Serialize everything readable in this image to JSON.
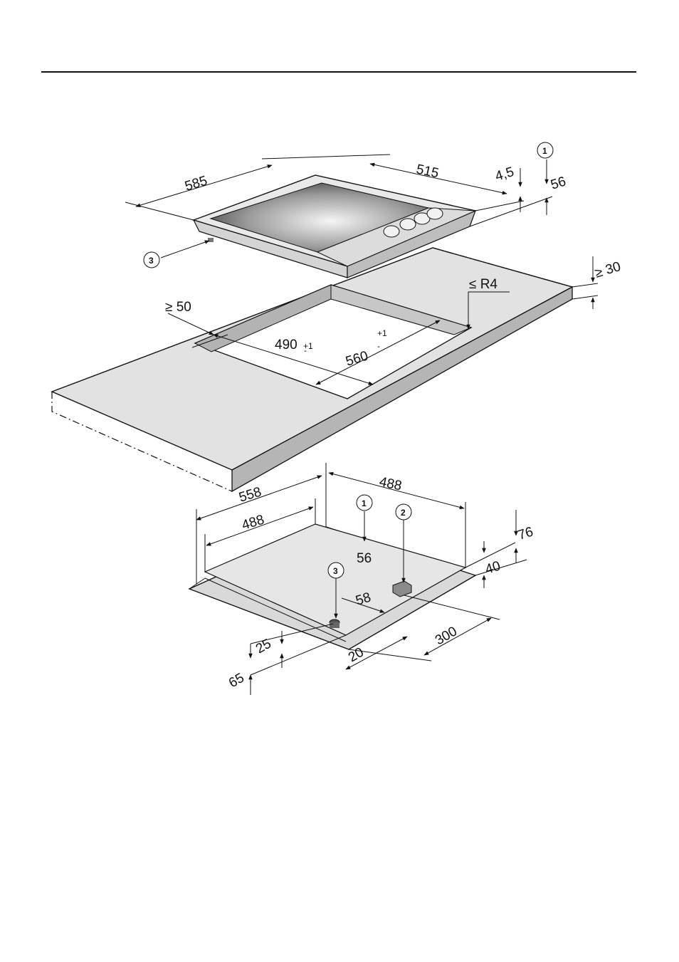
{
  "callouts": {
    "one": "1",
    "two": "2",
    "three": "3"
  },
  "hob_dims": {
    "depth": "585",
    "width": "515",
    "lip": "4,5",
    "height": "56"
  },
  "worktop_dims": {
    "thickness": "≥ 30",
    "radius": "≤ R4",
    "front_gap": "≥ 50",
    "cut_depth": "490",
    "cut_depth_tol": "+1",
    "cut_depth_tol2": "-",
    "cut_width": "560",
    "cut_width_tol": "+1",
    "cut_width_tol2": "-"
  },
  "base_dims": {
    "outer_width": "558",
    "inner_width": "488",
    "depth": "488",
    "connector_height": "56",
    "h76": "76",
    "h40": "40",
    "d58": "58",
    "d300": "300",
    "d25": "25",
    "d65": "65",
    "d20": "20"
  }
}
